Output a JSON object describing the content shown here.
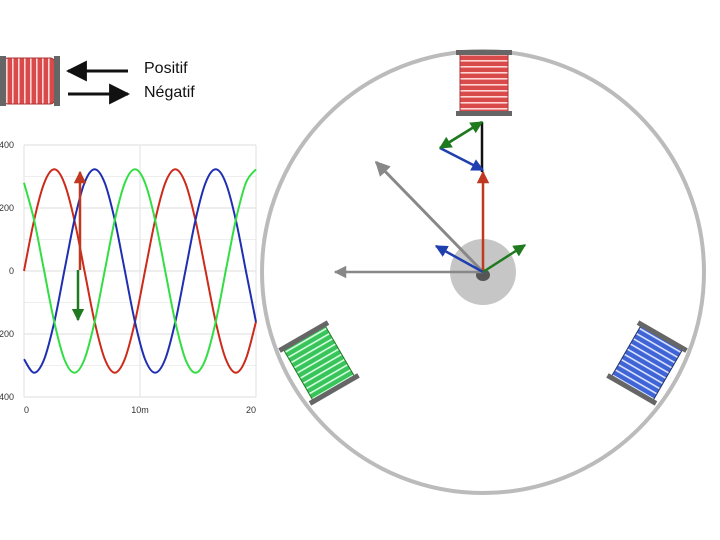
{
  "legend": {
    "positive_label": "Positif",
    "negative_label": "Négatif"
  },
  "chart_data": {
    "type": "line",
    "x": [
      0,
      1,
      2,
      3,
      4,
      5,
      6,
      7,
      8,
      9,
      10,
      11,
      12,
      13,
      14,
      15,
      16,
      17,
      18,
      19,
      20,
      21,
      22,
      23
    ],
    "series": [
      {
        "color": "#cc2a1a",
        "values": [
          0,
          161,
          279,
          323,
          279,
          161,
          0,
          -161,
          -279,
          -323,
          -279,
          -161,
          0,
          161,
          279,
          323,
          279,
          161,
          0,
          -161,
          -279,
          -323,
          -279,
          -161
        ]
      },
      {
        "color": "#1f2fb0",
        "values": [
          -280,
          -323,
          -280,
          -162,
          0,
          162,
          280,
          323,
          280,
          162,
          0,
          -162,
          -280,
          -323,
          -280,
          -162,
          0,
          162,
          280,
          323,
          280,
          162,
          0,
          -162
        ]
      },
      {
        "color": "#33dd44",
        "values": [
          280,
          162,
          0,
          -162,
          -280,
          -323,
          -280,
          -162,
          0,
          162,
          280,
          323,
          280,
          162,
          0,
          -162,
          -280,
          -323,
          -280,
          -162,
          0,
          162,
          280,
          323
        ]
      }
    ],
    "xticks": [
      "0",
      "10m",
      "20"
    ],
    "yticks": [
      "400",
      "200",
      "0",
      "-200",
      "-400"
    ],
    "ylim": [
      -400,
      400
    ],
    "xlim": [
      0,
      23
    ],
    "grid": true
  },
  "colors": {
    "red_coil": "#d94a4a",
    "green_coil": "#38c45a",
    "blue_coil": "#3f64d6",
    "stator": "#bbbbbb",
    "rotor": "#c6c6c6",
    "resultant_vector": "#888888"
  }
}
